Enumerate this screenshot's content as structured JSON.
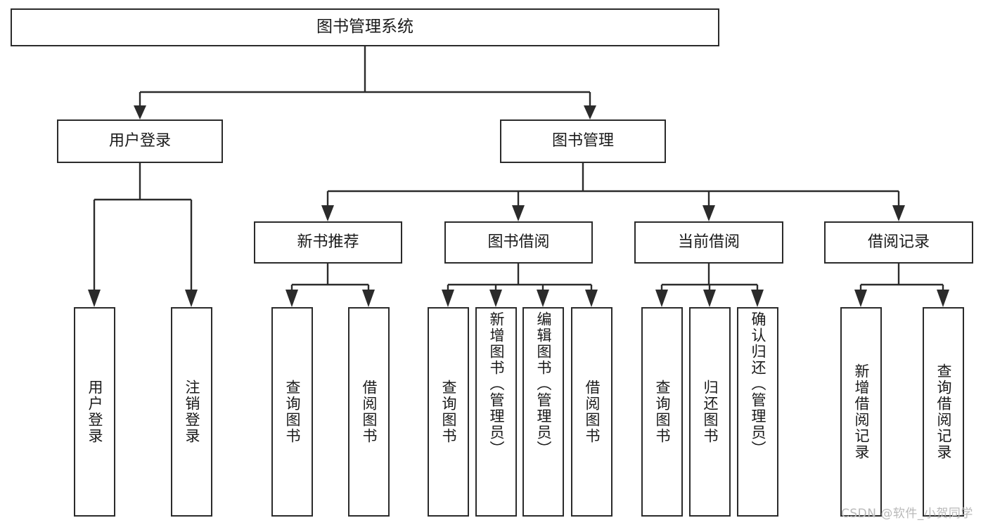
{
  "diagram": {
    "title": "图书管理系统",
    "type": "hierarchy-tree",
    "root": {
      "id": "root",
      "label": "图书管理系统"
    },
    "level2": [
      {
        "id": "user-login",
        "label": "用户登录"
      },
      {
        "id": "book-manage",
        "label": "图书管理"
      }
    ],
    "level3": [
      {
        "id": "new-book-rec",
        "label": "新书推荐",
        "parent": "book-manage"
      },
      {
        "id": "book-borrow",
        "label": "图书借阅",
        "parent": "book-manage"
      },
      {
        "id": "current-borrow",
        "label": "当前借阅",
        "parent": "book-manage"
      },
      {
        "id": "borrow-record",
        "label": "借阅记录",
        "parent": "book-manage"
      }
    ],
    "leaves": [
      {
        "id": "leaf-user-login",
        "label": "用户登录",
        "parent": "user-login"
      },
      {
        "id": "leaf-user-logout",
        "label": "注销登录",
        "parent": "user-login"
      },
      {
        "id": "leaf-query-book-1",
        "label": "查询图书",
        "parent": "new-book-rec"
      },
      {
        "id": "leaf-borrow-book-1",
        "label": "借阅图书",
        "parent": "new-book-rec"
      },
      {
        "id": "leaf-query-book-2",
        "label": "查询图书",
        "parent": "book-borrow"
      },
      {
        "id": "leaf-add-book",
        "label": "新增图书（管理员）",
        "parent": "book-borrow"
      },
      {
        "id": "leaf-edit-book",
        "label": "编辑图书（管理员）",
        "parent": "book-borrow"
      },
      {
        "id": "leaf-borrow-book-2",
        "label": "借阅图书",
        "parent": "book-borrow"
      },
      {
        "id": "leaf-query-book-3",
        "label": "查询图书",
        "parent": "current-borrow"
      },
      {
        "id": "leaf-return-book",
        "label": "归还图书",
        "parent": "current-borrow"
      },
      {
        "id": "leaf-confirm-return",
        "label": "确认归还（管理员）",
        "parent": "current-borrow"
      },
      {
        "id": "leaf-add-record",
        "label": "新增借阅记录",
        "parent": "borrow-record"
      },
      {
        "id": "leaf-query-record",
        "label": "查询借阅记录",
        "parent": "borrow-record"
      }
    ]
  },
  "watermark": {
    "text": "CSDN @软件_小贺同学"
  },
  "colors": {
    "border": "#2b2b2b",
    "background": "#ffffff",
    "text": "#1a1a1a",
    "watermark": "#b9b9b9"
  }
}
